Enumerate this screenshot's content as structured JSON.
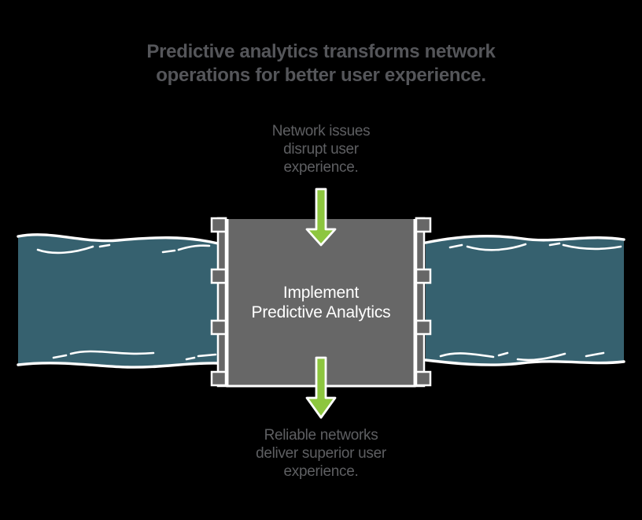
{
  "colors": {
    "background": "#000000",
    "river": "#36616F",
    "machine": "#676767",
    "machine_text": "#FFFFFF",
    "arrow": "#8DC63F",
    "outline": "#FFFFFF",
    "title_text": "#55565A",
    "caption_text": "#5E5F62"
  },
  "title": {
    "lines": [
      "Predictive analytics transforms network",
      "operations for better user experience."
    ]
  },
  "top_caption": {
    "lines": [
      "Network issues",
      "disrupt user",
      "experience."
    ]
  },
  "machine": {
    "label_lines": [
      "Implement",
      "Predictive Analytics"
    ]
  },
  "bottom_caption": {
    "lines": [
      "Reliable networks",
      "deliver superior user",
      "experience."
    ]
  },
  "icons": {
    "top_arrow": "down-arrow",
    "bottom_arrow": "down-arrow",
    "left_graphic": "river-band",
    "right_graphic": "river-band",
    "center_graphic": "dam-filter-box"
  }
}
